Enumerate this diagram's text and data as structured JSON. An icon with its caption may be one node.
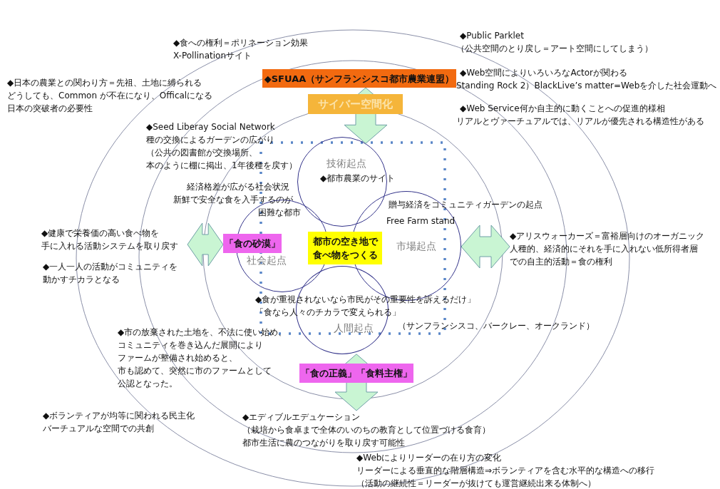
{
  "diagram": {
    "nodes": [
      {
        "text": [
          "◆SFUAA（サンフランシスコ都市農業連盟）"
        ]
      },
      {
        "text": [
          "サイバー空間化"
        ]
      },
      {
        "text": [
          "技術起点"
        ]
      },
      {
        "text": [
          "社会起点"
        ]
      },
      {
        "text": [
          "市場起点"
        ]
      },
      {
        "text": [
          "人間起点"
        ]
      },
      {
        "text": [
          "都市の空き地で食べ物をつくる"
        ]
      },
      {
        "text": [
          "「食の砂漠」"
        ]
      },
      {
        "text": [
          "「食の正義」「食料主権」"
        ]
      },
      {
        "text": [
          "◆健康で栄養価の高い食べ物を手に入れる活動システムを取り戻す"
        ]
      },
      {
        "text": [
          "◆アリスウォーカーズ＝富裕層向けのオーガニック人種的、経済的にそれを手に入れない低所得者層での自主的活動＝食の権利"
        ]
      },
      {
        "text": [
          "◆エディブルエデュケーション（栽培から食卓まで全体のいのちの教育として位置づける食育）都市生活に農のつながりを取り戻す可能性"
        ]
      }
    ],
    "edges": [
      {
        "from": 0,
        "to": 2,
        "arrow": "both"
      },
      {
        "from": 9,
        "to": 7,
        "arrow": "both"
      },
      {
        "from": 4,
        "to": 10,
        "arrow": "both"
      },
      {
        "from": 5,
        "to": 11,
        "arrow": "both"
      }
    ],
    "labels": [
      "◆食への権利＝ポリネーション効果",
      "X-Pollinationサイト",
      "◆Public Parklet",
      "（公共空間のとり戻し＝アート空間にしてしまう）",
      "◆日本の農業との関わり方＝先祖、土地に縛られる",
      "どうしても、Common が不在になり、Officalになる",
      "日本の突破者の必要性",
      "◆Web空間によりいろいろなActorが関わる",
      "Standing Rock 2）BlackLive’s matter=Webを介した社会運動へ",
      "◆Web Service何か自主的に動くことへの促進的様相",
      "リアルとヴァーチュアルでは、リアルが優先される構造性がある",
      "◆Seed Liberay  Social Network",
      "種の交換によるガーデンの広がり",
      "（公共の図書館が交換場所、",
      "本のように棚に掲出、1年後種を戻す）",
      "◆都市農業のサイト",
      "経済格差が広がる社会状況",
      "新鮮で安全な食を入手するのが",
      "困難な都市",
      "贈与経済をコミュニティガーデンの起点",
      "Free Farm stand",
      "◆一人一人の活動がコミュニティを",
      "動かすチカラとなる",
      "◆食が重視されないなら市民がその重要性を訴えるだけ」",
      "「食なら人々のチカラで変えられる」",
      "（サンフランシスコ、バークレー、オークランド）",
      "◆市の放棄された土地を、不法に使い始め、",
      "コミュニティを巻き込んだ展開により",
      "ファームが整備され始めると、",
      "市も認めて、突然に市のファームとして",
      "公認となった。",
      "◆ボランティアが均等に関われる民主化",
      "バーチュアルな空間での共創",
      "◆Webによりリーダーの在り方の変化",
      "リーダーによる垂直的な階層構造⇒ボランティアを含む水平的な構造への移行",
      "（活動の継続性＝リーダーが抜けても運営継続出来る体制へ）"
    ]
  }
}
